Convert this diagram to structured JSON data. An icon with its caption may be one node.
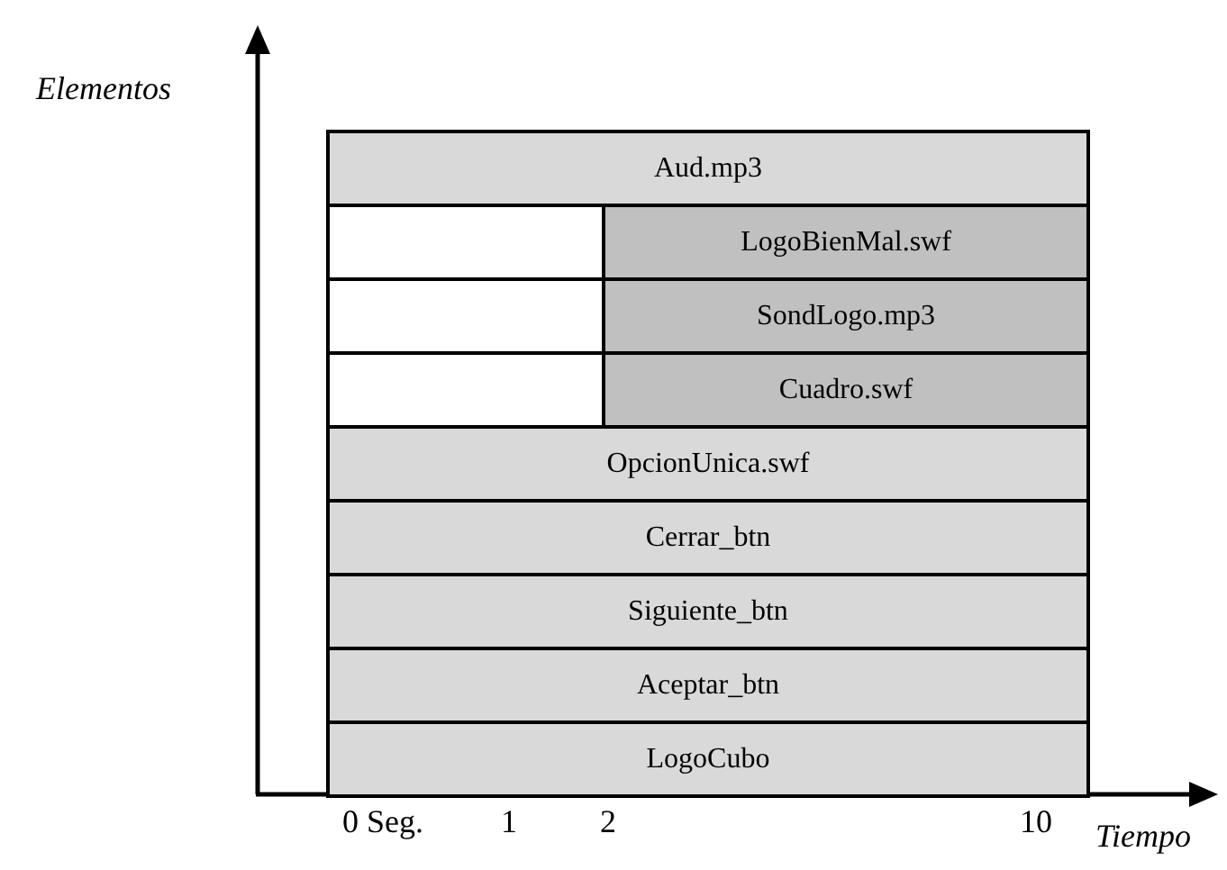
{
  "diagram": {
    "nodes": [
      {
        "text": [
          "Aud.mp3"
        ]
      },
      {
        "text": [],
        "shape": "box"
      },
      {
        "text": [
          "LogoBienMal.swf"
        ]
      },
      {
        "text": [],
        "shape": "box"
      },
      {
        "text": [
          "SondLogo.mp3"
        ]
      },
      {
        "text": [],
        "shape": "box"
      },
      {
        "text": [
          "Cuadro.swf"
        ]
      },
      {
        "text": [
          "OpcionUnica.swf"
        ]
      },
      {
        "text": [
          "Cerrar_btn"
        ]
      },
      {
        "text": [
          "Siguiente_btn"
        ]
      },
      {
        "text": [
          "Aceptar_btn"
        ]
      },
      {
        "text": [
          "LogoCubo"
        ]
      }
    ],
    "labels": [
      "Elementos",
      "0 Seg.",
      "1",
      "2",
      "10",
      "Tiempo"
    ]
  }
}
